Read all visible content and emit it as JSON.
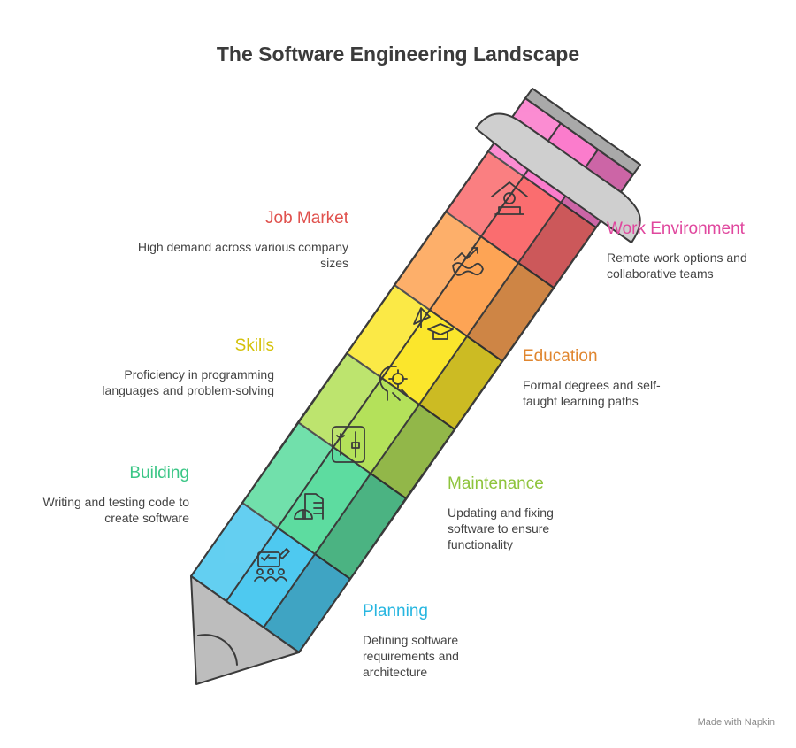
{
  "title": "The Software Engineering Landscape",
  "stages": [
    {
      "key": "planning",
      "label": "Planning",
      "desc": "Defining software requirements and architecture",
      "color": "#27b6e0",
      "icon": "team-plan-icon"
    },
    {
      "key": "building",
      "label": "Building",
      "desc": "Writing and testing code to create software",
      "color": "#3bc686",
      "icon": "construction-icon"
    },
    {
      "key": "maintenance",
      "label": "Maintenance",
      "desc": "Updating and fixing software to ensure functionality",
      "color": "#8ec43c",
      "icon": "wrench-settings-icon"
    },
    {
      "key": "skills",
      "label": "Skills",
      "desc": "Proficiency in programming languages and problem-solving",
      "color": "#d4c10a",
      "icon": "head-gear-icon"
    },
    {
      "key": "education",
      "label": "Education",
      "desc": "Formal degrees and self-taught learning paths",
      "color": "#e0862f",
      "icon": "graduation-cap-icon"
    },
    {
      "key": "job_market",
      "label": "Job Market",
      "desc": "High demand across various company sizes",
      "color": "#e0514d",
      "icon": "trend-arrow-icon"
    },
    {
      "key": "work_environment",
      "label": "Work Environment",
      "desc": "Remote work options and collaborative teams",
      "color": "#e0479e",
      "icon": "home-office-icon"
    }
  ],
  "credit": "Made with Napkin"
}
